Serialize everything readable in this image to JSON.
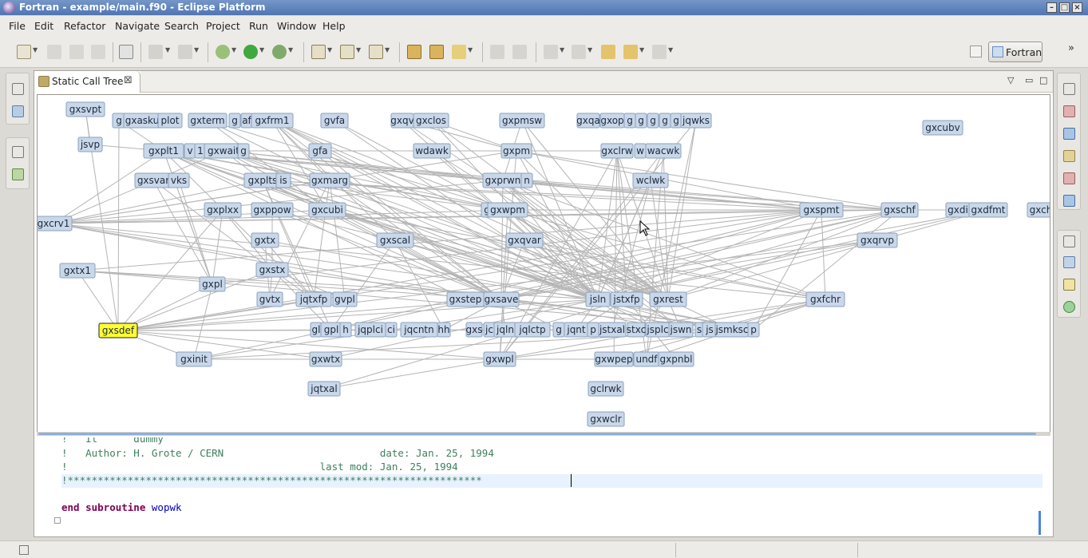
{
  "window": {
    "title": "Fortran - example/main.f90 - Eclipse Platform"
  },
  "menu": [
    "File",
    "Edit",
    "Refactor",
    "Navigate",
    "Search",
    "Project",
    "Run",
    "Window",
    "Help"
  ],
  "perspective": {
    "label": "Fortran"
  },
  "view": {
    "title": "Static Call Tree"
  },
  "code": {
    "lines": [
      "!   It      dummy",
      "!   Author: H. Grote / CERN                          date: Jan. 25, 1994",
      "!                                          last mod: Jan. 25, 1994",
      "!*********************************************************************"
    ],
    "end_keyword": "end subroutine",
    "end_name": "wopwk"
  },
  "colors": {
    "node_fill": "#c9d7e8",
    "node_border": "#8aa2c0",
    "node_selected": "#ffff33",
    "edge": "#b4b4b4"
  },
  "graph": {
    "selected": "gxsdef",
    "nodes": [
      {
        "label": "gxsvpt"
      },
      {
        "label": "jsvp"
      },
      {
        "label": "g"
      },
      {
        "label": "gxasku"
      },
      {
        "label": "plot"
      },
      {
        "label": "gxterm"
      },
      {
        "label": "g"
      },
      {
        "label": "af"
      },
      {
        "label": "gxfrm1"
      },
      {
        "label": "gvfa"
      },
      {
        "label": "gxqv"
      },
      {
        "label": "gxclos"
      },
      {
        "label": "gxpmsw"
      },
      {
        "label": "gxqa"
      },
      {
        "label": "gxop"
      },
      {
        "label": "g"
      },
      {
        "label": "g"
      },
      {
        "label": "g"
      },
      {
        "label": "g"
      },
      {
        "label": "g"
      },
      {
        "label": "jqwks"
      },
      {
        "label": "gxcubv"
      },
      {
        "label": "gxplt1"
      },
      {
        "label": "v"
      },
      {
        "label": "1"
      },
      {
        "label": "gxwait"
      },
      {
        "label": "g"
      },
      {
        "label": "gfa"
      },
      {
        "label": "wdawk"
      },
      {
        "label": "gxpm"
      },
      {
        "label": "gxclrw"
      },
      {
        "label": "w"
      },
      {
        "label": "wacwk"
      },
      {
        "label": "gxsvar"
      },
      {
        "label": "vks"
      },
      {
        "label": "gxplts"
      },
      {
        "label": "is"
      },
      {
        "label": "gxmarg"
      },
      {
        "label": "gxprwn"
      },
      {
        "label": "n"
      },
      {
        "label": "wclwk"
      },
      {
        "label": "gxplxx"
      },
      {
        "label": "gxppow"
      },
      {
        "label": "gxcubi"
      },
      {
        "label": "g"
      },
      {
        "label": "gxwpm"
      },
      {
        "label": "gxspmt"
      },
      {
        "label": "gxschf"
      },
      {
        "label": "gxdi"
      },
      {
        "label": "gxdfmt"
      },
      {
        "label": "gxch"
      },
      {
        "label": "gxcrv1"
      },
      {
        "label": "gxtx"
      },
      {
        "label": "gxscal"
      },
      {
        "label": "gxqvar"
      },
      {
        "label": "gxqrvp"
      },
      {
        "label": "gxtx1"
      },
      {
        "label": "gxstx"
      },
      {
        "label": "gxpl"
      },
      {
        "label": "gvtx"
      },
      {
        "label": "jqtxfp"
      },
      {
        "label": "gvpl"
      },
      {
        "label": "gxstep"
      },
      {
        "label": "gxsave"
      },
      {
        "label": "jsln"
      },
      {
        "label": "jstxfp"
      },
      {
        "label": "gxrest"
      },
      {
        "label": "gxfchr"
      },
      {
        "label": "gxsdef"
      },
      {
        "label": "gl"
      },
      {
        "label": "gpl"
      },
      {
        "label": "h"
      },
      {
        "label": "jqplci"
      },
      {
        "label": "ci"
      },
      {
        "label": "jqcntn"
      },
      {
        "label": "hh"
      },
      {
        "label": "gxs"
      },
      {
        "label": "jc"
      },
      {
        "label": "jqln"
      },
      {
        "label": "jqlctp"
      },
      {
        "label": "g"
      },
      {
        "label": "jqnt"
      },
      {
        "label": "p"
      },
      {
        "label": "jstxal"
      },
      {
        "label": "stxc"
      },
      {
        "label": "jsplc"
      },
      {
        "label": "jswn"
      },
      {
        "label": "s"
      },
      {
        "label": "js"
      },
      {
        "label": "jsmksc"
      },
      {
        "label": "p"
      },
      {
        "label": "gxinit"
      },
      {
        "label": "gxwtx"
      },
      {
        "label": "gxwpl"
      },
      {
        "label": "gxwpep"
      },
      {
        "label": "undf"
      },
      {
        "label": "gxpnbl"
      },
      {
        "label": "jqtxal"
      },
      {
        "label": "gclrwk"
      },
      {
        "label": "gxwclr"
      }
    ]
  }
}
